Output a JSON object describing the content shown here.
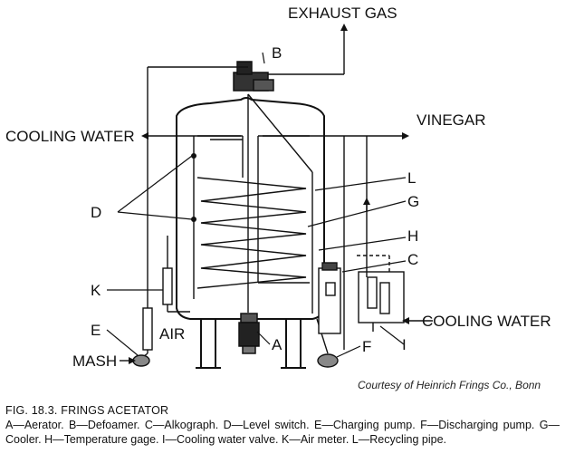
{
  "labels": {
    "exhaust": "EXHAUST GAS",
    "b": "B",
    "cooling_water_left": "COOLING WATER",
    "vinegar": "VINEGAR",
    "l": "L",
    "g": "G",
    "d": "D",
    "h": "H",
    "c": "C",
    "k": "K",
    "e": "E",
    "air": "AIR",
    "cooling_water_right": "COOLING WATER",
    "mash": "MASH",
    "f": "F",
    "a": "A",
    "i": "I"
  },
  "credit": "Courtesy of Heinrich Frings Co., Bonn",
  "caption": {
    "title": "FIG. 18.3.   FRINGS ACETATOR",
    "text": "A—Aerator. B—Defoamer. C—Alkograph. D—Level switch. E—Charging pump. F—Discharging pump. G—Cooler. H—Temperature gage. I—Cooling water valve. K—Air meter. L—Recycling pipe."
  }
}
